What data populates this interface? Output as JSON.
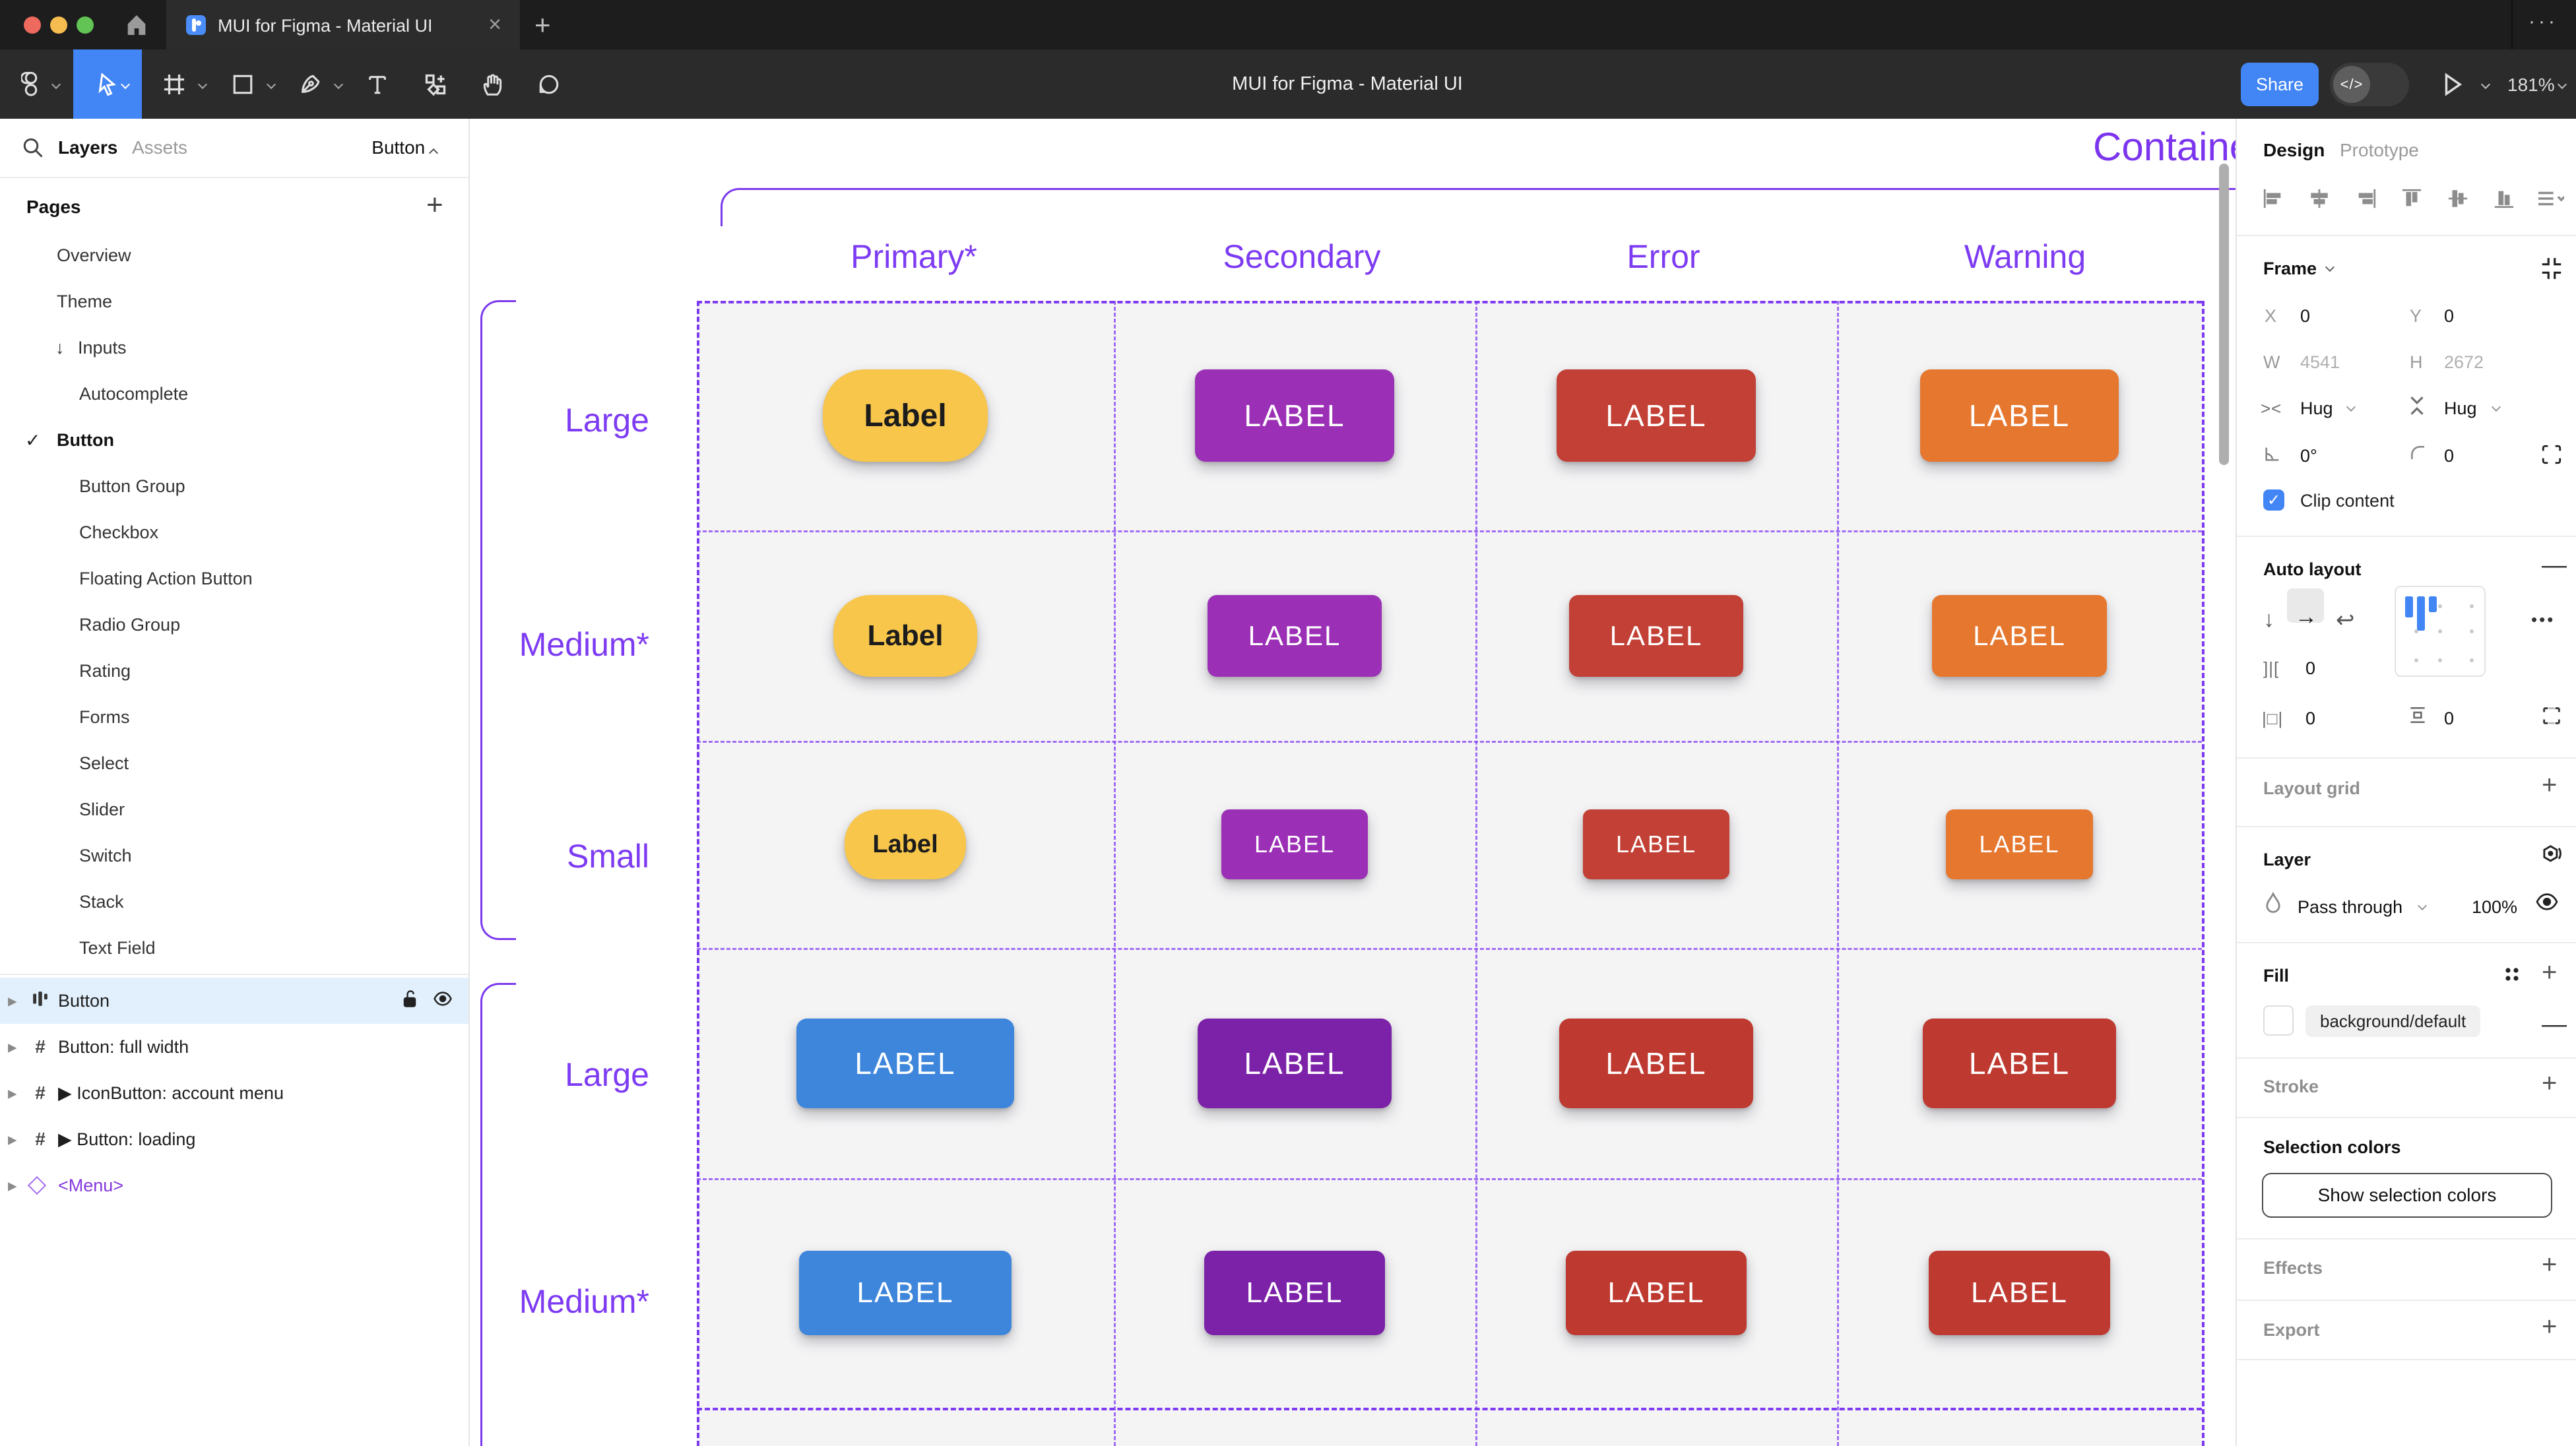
{
  "titlebar": {
    "tab_title": "MUI for Figma - Material UI",
    "close_glyph": "×",
    "new_tab_glyph": "+",
    "more_glyph": "···"
  },
  "toolbar": {
    "document_title": "MUI for Figma - Material UI",
    "share_label": "Share",
    "dev_toggle_label": "</>",
    "zoom_level": "181%"
  },
  "sidebar": {
    "tabs": {
      "layers": "Layers",
      "assets": "Assets"
    },
    "selector_label": "Button",
    "pages_header": "Pages",
    "add_glyph": "+",
    "check_glyph": "✓",
    "inputs_arrow": "↓",
    "pages": [
      {
        "label": "Overview"
      },
      {
        "label": "Theme"
      },
      {
        "label": "Inputs"
      },
      {
        "label": "Autocomplete"
      },
      {
        "label": "Button"
      },
      {
        "label": "Button Group"
      },
      {
        "label": "Checkbox"
      },
      {
        "label": "Floating Action Button"
      },
      {
        "label": "Radio Group"
      },
      {
        "label": "Rating"
      },
      {
        "label": "Forms"
      },
      {
        "label": "Select"
      },
      {
        "label": "Slider"
      },
      {
        "label": "Switch"
      },
      {
        "label": "Stack"
      },
      {
        "label": "Text Field"
      }
    ],
    "layers": [
      {
        "name": "Button",
        "icon_glyph": ""
      },
      {
        "name": "Button: full width",
        "icon_glyph": "#"
      },
      {
        "name": "▶ IconButton: account menu",
        "icon_glyph": "#"
      },
      {
        "name": "▶ Button: loading",
        "icon_glyph": "#"
      },
      {
        "name": "<Menu>",
        "icon_glyph": ""
      }
    ]
  },
  "canvas": {
    "section_title": "Contained",
    "columns": [
      "Primary*",
      "Secondary",
      "Error",
      "Warning"
    ],
    "row_labels": [
      "Large",
      "Medium*",
      "Small",
      "Large",
      "Medium*"
    ],
    "accent_purple": "#7d3bf2",
    "buttons": [
      {
        "label": "Label",
        "bg": "#F7C64B",
        "fg": "#1C1C1C"
      },
      {
        "label": "LABEL",
        "bg": "#9B30B6",
        "fg": "#FFFFFF"
      },
      {
        "label": "LABEL",
        "bg": "#C24035",
        "fg": "#FFFFFF"
      },
      {
        "label": "LABEL",
        "bg": "#E5772F",
        "fg": "#FFFFFF"
      },
      {
        "label": "Label",
        "bg": "#F7C64B",
        "fg": "#1C1C1C"
      },
      {
        "label": "LABEL",
        "bg": "#9B30B6",
        "fg": "#FFFFFF"
      },
      {
        "label": "LABEL",
        "bg": "#C24035",
        "fg": "#FFFFFF"
      },
      {
        "label": "LABEL",
        "bg": "#E5772F",
        "fg": "#FFFFFF"
      },
      {
        "label": "Label",
        "bg": "#F7C64B",
        "fg": "#1C1C1C"
      },
      {
        "label": "LABEL",
        "bg": "#9B30B6",
        "fg": "#FFFFFF"
      },
      {
        "label": "LABEL",
        "bg": "#C24035",
        "fg": "#FFFFFF"
      },
      {
        "label": "LABEL",
        "bg": "#E5772F",
        "fg": "#FFFFFF"
      },
      {
        "label": "LABEL",
        "bg": "#3E86DB",
        "fg": "#FFFFFF"
      },
      {
        "label": "LABEL",
        "bg": "#7B22A8",
        "fg": "#FFFFFF"
      },
      {
        "label": "LABEL",
        "bg": "#BE3A31",
        "fg": "#FFFFFF"
      },
      {
        "label": "LABEL",
        "bg": "#BE3A31",
        "fg": "#FFFFFF"
      },
      {
        "label": "LABEL",
        "bg": "#3E86DB",
        "fg": "#FFFFFF"
      },
      {
        "label": "LABEL",
        "bg": "#7B22A8",
        "fg": "#FFFFFF"
      },
      {
        "label": "LABEL",
        "bg": "#BE3A31",
        "fg": "#FFFFFF"
      },
      {
        "label": "LABEL",
        "bg": "#BE3A31",
        "fg": "#FFFFFF"
      }
    ]
  },
  "rightbar": {
    "tabs": {
      "design": "Design",
      "prototype": "Prototype"
    },
    "frame": {
      "header": "Frame",
      "x_label": "X",
      "x": "0",
      "y_label": "Y",
      "y": "0",
      "w_label": "W",
      "w": "4541",
      "h_label": "H",
      "h": "2672",
      "hug_h": "Hug",
      "hug_v": "Hug",
      "rotation": "0°",
      "radius": "0",
      "clip_label": "Clip content"
    },
    "auto_layout": {
      "header": "Auto layout",
      "gap": "0",
      "pad_h": "0",
      "pad_v": "0",
      "more_glyph": "•••"
    },
    "layout_grid": {
      "header": "Layout grid",
      "add_glyph": "+"
    },
    "layer": {
      "header": "Layer",
      "blend_mode": "Pass through",
      "opacity": "100%"
    },
    "fill": {
      "header": "Fill",
      "token": "background/default",
      "add_glyph": "+",
      "remove_glyph": "—"
    },
    "stroke": {
      "header": "Stroke",
      "add_glyph": "+"
    },
    "selection_colors": {
      "header": "Selection colors",
      "button_label": "Show selection colors"
    },
    "effects": {
      "header": "Effects",
      "add_glyph": "+"
    },
    "export": {
      "header": "Export",
      "add_glyph": "+"
    }
  }
}
